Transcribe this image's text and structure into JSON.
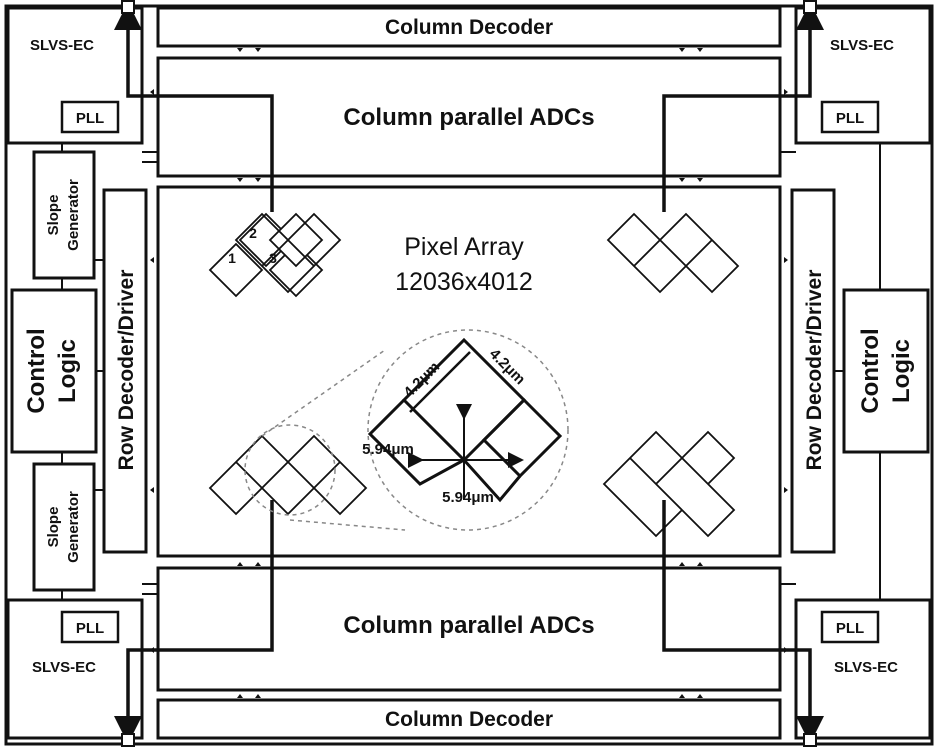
{
  "labels": {
    "column_decoder_top": "Column Decoder",
    "column_decoder_bottom": "Column Decoder",
    "adc_top": "Column parallel ADCs",
    "adc_bottom": "Column parallel ADCs",
    "slvs_tl": "SLVS-EC",
    "slvs_tr": "SLVS-EC",
    "slvs_bl": "SLVS-EC",
    "slvs_br": "SLVS-EC",
    "pll_tl": "PLL",
    "pll_tr": "PLL",
    "pll_bl": "PLL",
    "pll_br": "PLL",
    "slope_top_1": "Slope",
    "slope_top_2": "Generator",
    "slope_bottom_1": "Slope",
    "slope_bottom_2": "Generator",
    "control_left_1": "Control",
    "control_left_2": "Logic",
    "control_right_1": "Control",
    "control_right_2": "Logic",
    "row_decoder_left": "Row Decoder/Driver",
    "row_decoder_right": "Row Decoder/Driver",
    "pixel_array_title": "Pixel Array",
    "pixel_array_size": "12036x4012",
    "dim_side_a": "4.2μm",
    "dim_side_b": "4.2μm",
    "dim_pitch_h": "5.94μm",
    "dim_pitch_v": "5.94μm",
    "pixel_1": "1",
    "pixel_2": "2",
    "pixel_3": "3"
  }
}
